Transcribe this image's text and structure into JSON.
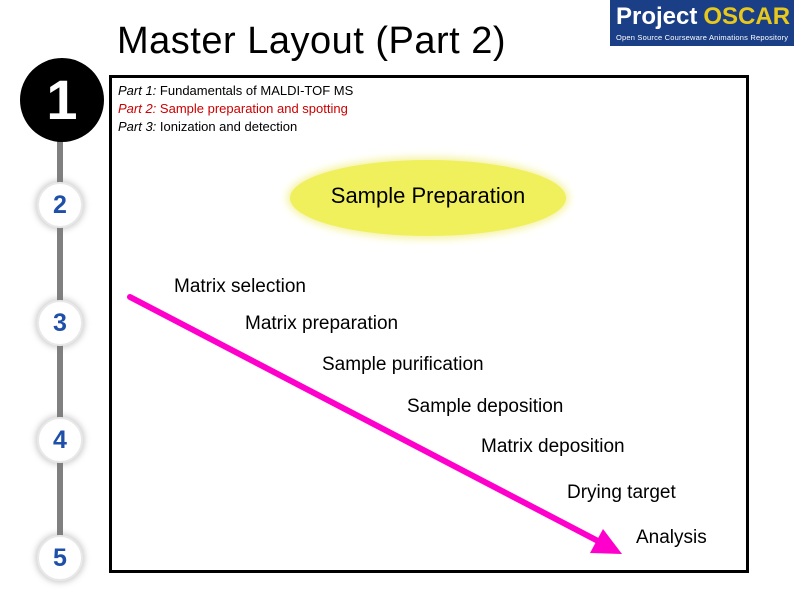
{
  "header": {
    "title": "Master Layout (Part 2)",
    "logo_word1": "Project",
    "logo_word2": "OSCAR",
    "logo_tagline": "Open Source Courseware Animations Repository"
  },
  "steps": [
    "1",
    "2",
    "3",
    "4",
    "5"
  ],
  "parts": [
    {
      "prefix": "Part 1:",
      "text": "Fundamentals of MALDI-TOF MS"
    },
    {
      "prefix": "Part 2:",
      "text": "Sample preparation and spotting"
    },
    {
      "prefix": "Part 3:",
      "text": "Ionization and detection"
    }
  ],
  "highlight_title": "Sample Preparation",
  "process_steps": [
    "Matrix selection",
    "Matrix preparation",
    "Sample purification",
    "Sample deposition",
    "Matrix deposition",
    "Drying target",
    "Analysis"
  ],
  "colors": {
    "highlight": "#f0ef5c",
    "arrow": "#ff00cc",
    "step_number": "#1f4fa8",
    "part2_text": "#cc0000",
    "logo_bg": "#1b3f86",
    "logo_accent": "#e8c81a"
  },
  "icons": {
    "flow_arrow": "diagonal-arrow"
  }
}
